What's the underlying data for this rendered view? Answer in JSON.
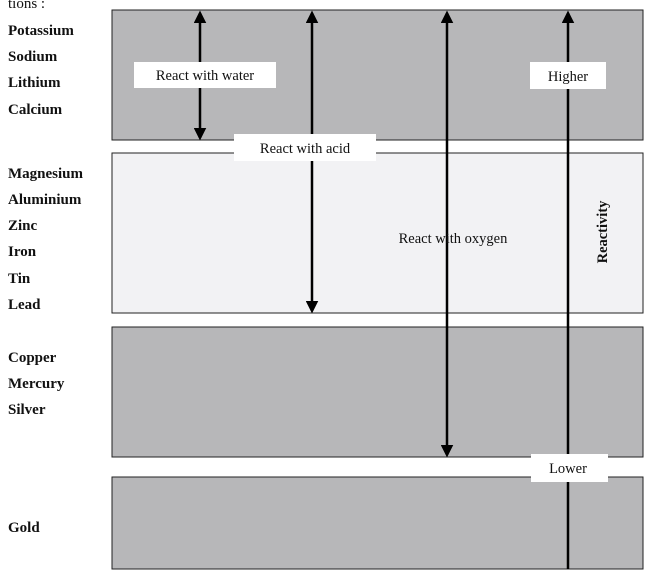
{
  "header_fragment": "tions :",
  "groups": [
    {
      "metals": [
        "Potassium",
        "Sodium",
        "Lithium",
        "Calcium"
      ],
      "shade": "#b7b7b9"
    },
    {
      "metals": [
        "Magnesium",
        "Aluminium",
        "Zinc",
        "Iron",
        "Tin",
        "Lead"
      ],
      "shade": "#f2f2f4"
    },
    {
      "metals": [
        "Copper",
        "Mercury",
        "Silver"
      ],
      "shade": "#b7b7b9"
    },
    {
      "metals": [
        "Gold"
      ],
      "shade": "#b7b7b9"
    }
  ],
  "arrows": {
    "water": "React with water",
    "acid": "React with acid",
    "oxygen": "React with oxygen"
  },
  "reactivity": {
    "higher": "Higher",
    "lower": "Lower",
    "axis_label": "Reactivity"
  },
  "colors": {
    "panel_border": "#222222",
    "line": "#000000"
  }
}
